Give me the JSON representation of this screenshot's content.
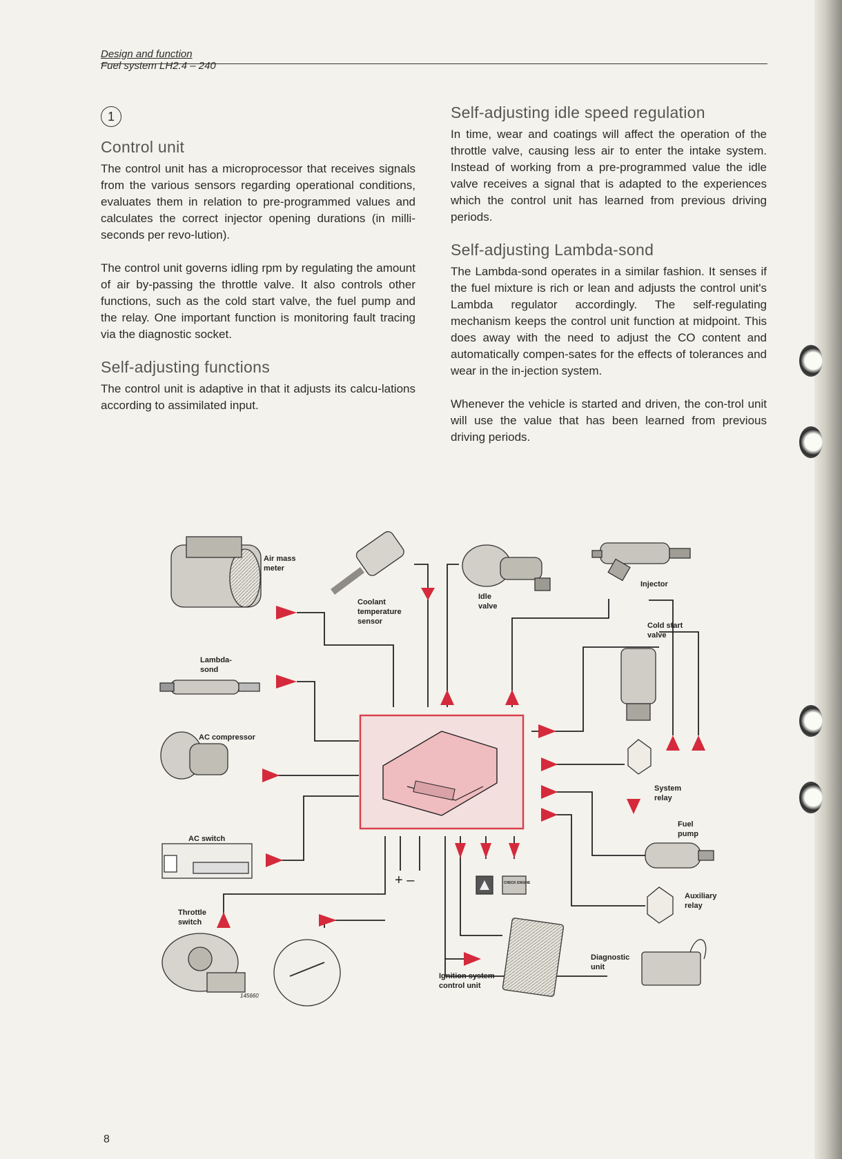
{
  "header": {
    "section": "Design and function",
    "subsection": "Fuel system LH2.4 – 240"
  },
  "circle_number": "1",
  "left_column": {
    "control_unit": {
      "heading": "Control unit",
      "para1": "The control unit has a microprocessor that receives signals from the various sensors regarding operational conditions, evaluates them in relation to pre-programmed values and calculates the correct injector opening durations (in milli-seconds per revo-lution).",
      "para2": "The control unit governs idling rpm by regulating the amount of air by-passing the throttle valve. It also controls other functions, such as the cold start valve, the fuel pump and the relay. One important function is monitoring fault tracing via the diagnostic socket."
    },
    "self_adjusting": {
      "heading": "Self-adjusting functions",
      "para": "The control unit is adaptive in that it adjusts its calcu-lations according to assimilated input."
    }
  },
  "right_column": {
    "idle": {
      "heading": "Self-adjusting idle speed regulation",
      "para": "In time, wear and coatings will affect the operation of the throttle valve, causing less air to enter the intake system. Instead of working from a pre-programmed value the idle valve receives a signal that is adapted to the experiences which the control unit has learned from previous driving periods."
    },
    "lambda": {
      "heading": "Self-adjusting Lambda-sond",
      "para1": "The Lambda-sond operates in a similar fashion. It senses if the fuel mixture is rich or lean and adjusts the control unit's Lambda regulator accordingly. The self-regulating mechanism keeps the control unit function at midpoint. This does away with the need to adjust the CO content and automatically compen-sates for the effects of tolerances and wear in the in-jection system.",
      "para2": "Whenever the vehicle is started and driven, the con-trol unit will use the value that has been learned from previous driving periods."
    }
  },
  "diagram": {
    "labels": {
      "air_mass_1": "Air mass",
      "air_mass_2": "meter",
      "coolant_1": "Coolant",
      "coolant_2": "temperature",
      "coolant_3": "sensor",
      "idle_1": "Idle",
      "idle_2": "valve",
      "injector": "Injector",
      "cold_start_1": "Cold start",
      "cold_start_2": "valve",
      "lambda_1": "Lambda-",
      "lambda_2": "sond",
      "ac_compressor": "AC compressor",
      "system_relay_1": "System",
      "system_relay_2": "relay",
      "fuel_pump_1": "Fuel",
      "fuel_pump_2": "pump",
      "ac_switch": "AC switch",
      "auxiliary_relay_1": "Auxiliary",
      "auxiliary_relay_2": "relay",
      "throttle_1": "Throttle",
      "throttle_2": "switch",
      "plus_minus": "+ –",
      "ignition_1": "Ignition system",
      "ignition_2": "control unit",
      "diagnostic_1": "Diagnostic",
      "diagnostic_2": "unit",
      "check_engine": "CHECK ENGINE",
      "figure_number": "145660"
    },
    "colors": {
      "arrow": "#d42a3c",
      "control_unit_box": "#d8404e",
      "control_unit_fill": "#f1c6c8",
      "line": "#222222"
    }
  },
  "page_number": "8"
}
